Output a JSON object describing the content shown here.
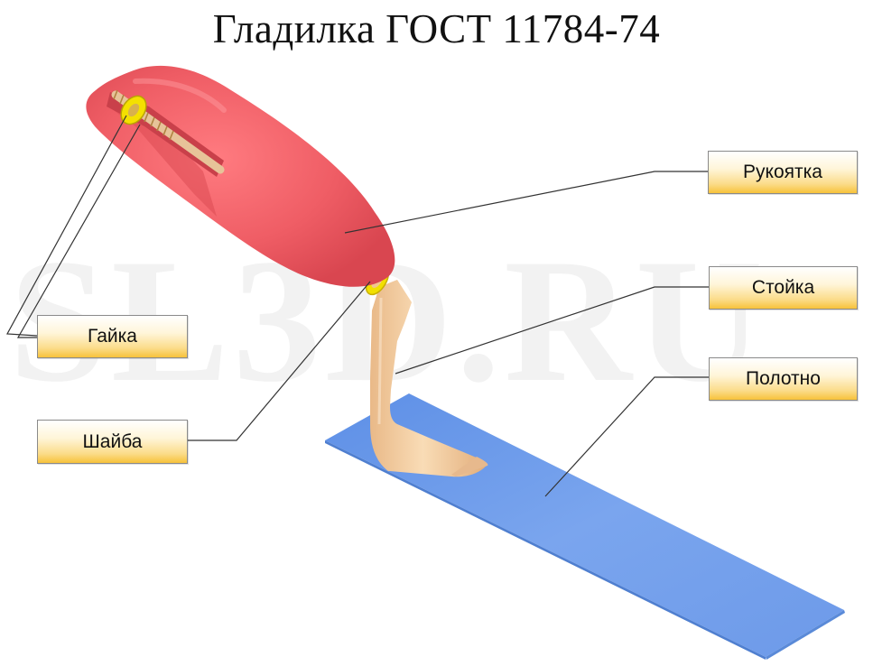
{
  "title": "Гладилка ГОСТ 11784-74",
  "watermark": "SL3D.RU",
  "labels": {
    "handle": "Рукоятка",
    "post": "Стойка",
    "blade": "Полотно",
    "nut": "Гайка",
    "washer": "Шайба"
  },
  "colors": {
    "handle": "#ee5f66",
    "post": "#f2cda0",
    "blade": "#7fa8ea",
    "nut_washer": "#f2e000",
    "label_gradient": "#f7c23a"
  }
}
